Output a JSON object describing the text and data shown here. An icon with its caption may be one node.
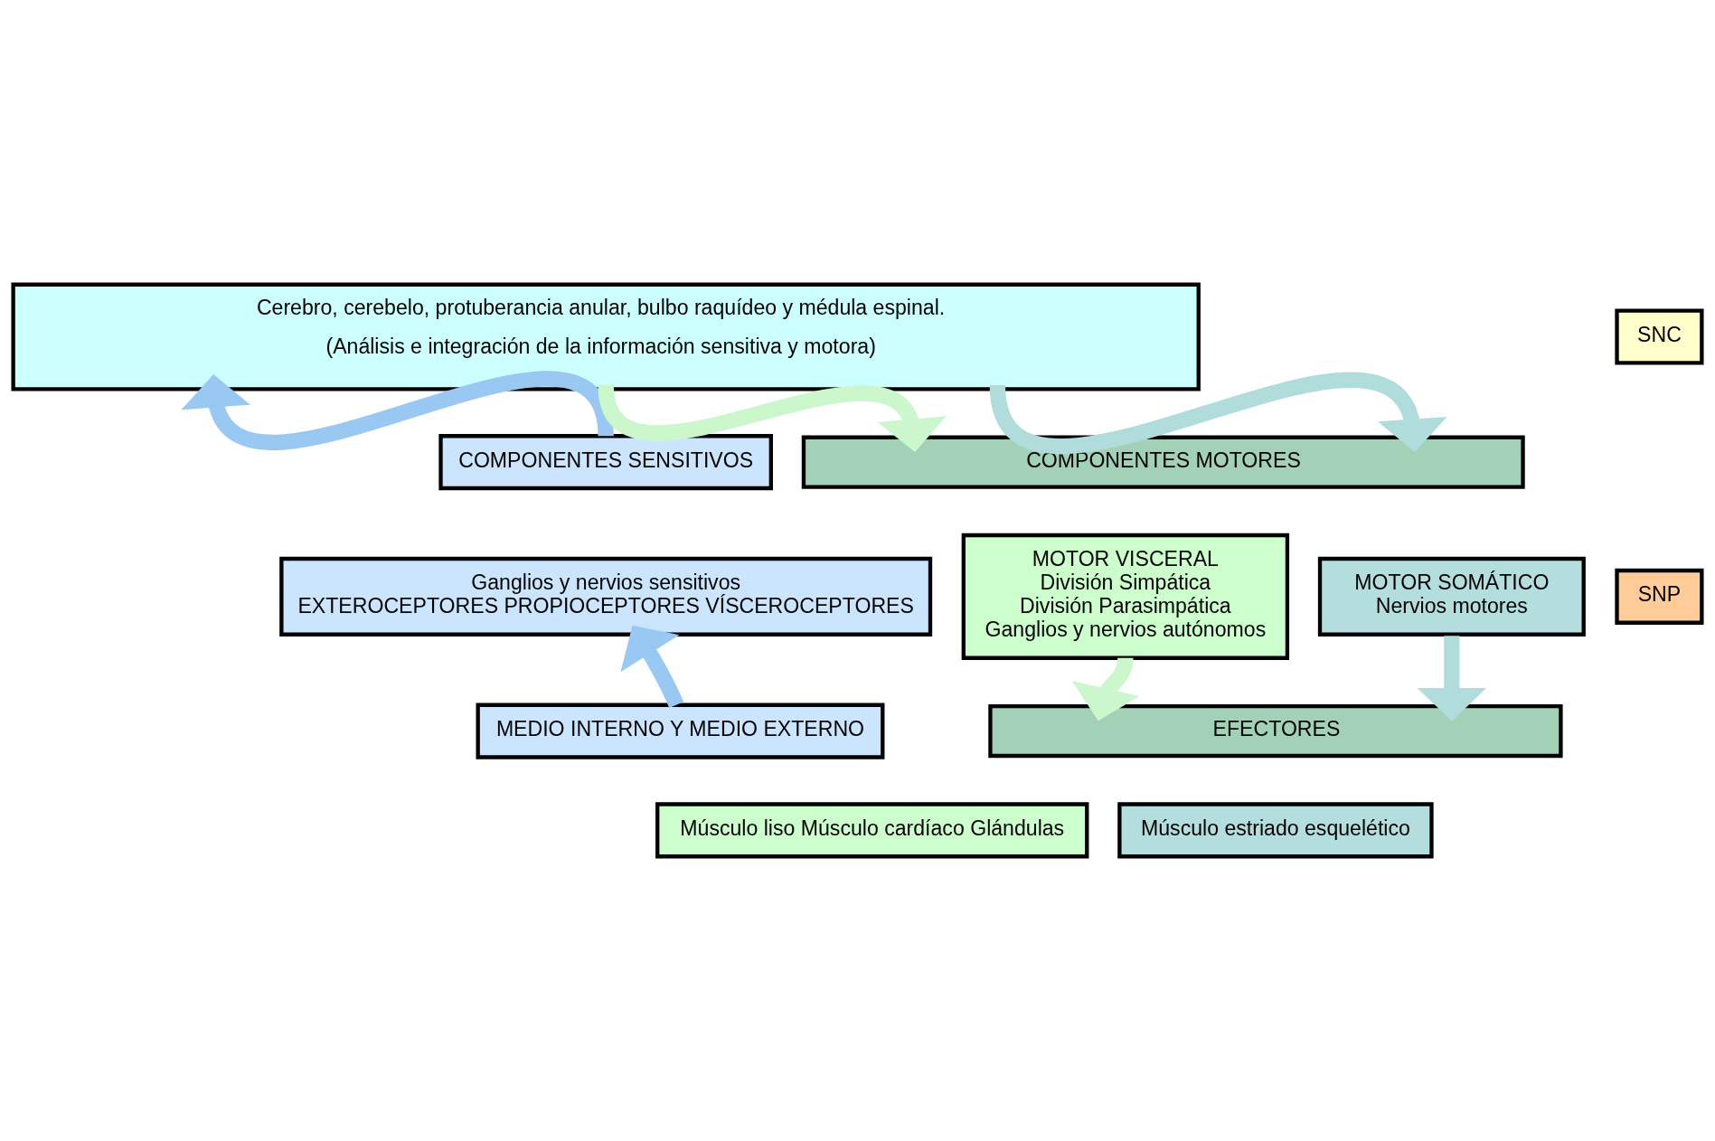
{
  "diagram": {
    "nodes": [
      {
        "text": [
          "Cerebro, cerebelo, protuberancia anular, bulbo raquídeo y médula espinal.",
          "(Análisis e integración de la información sensitiva y motora)"
        ]
      },
      {
        "text": [
          "SNC"
        ]
      },
      {
        "text": [
          "COMPONENTES SENSITIVOS"
        ]
      },
      {
        "text": [
          "COMPONENTES MOTORES"
        ]
      },
      {
        "text": [
          "Ganglios y nervios sensitivos",
          "EXTEROCEPTORES PROPIOCEPTORES VÍSCEROCEPTORES"
        ]
      },
      {
        "text": [
          "MOTOR VISCERAL",
          "División Simpática",
          "División Parasimpática",
          "Ganglios y nervios autónomos"
        ]
      },
      {
        "text": [
          "MOTOR SOMÁTICO",
          "Nervios motores"
        ]
      },
      {
        "text": [
          "SNP"
        ]
      },
      {
        "text": [
          "EFECTORES"
        ]
      },
      {
        "text": [
          "MEDIO INTERNO Y MEDIO EXTERNO"
        ]
      },
      {
        "text": [
          "Músculo liso Músculo cardíaco Glándulas"
        ]
      },
      {
        "text": [
          "Músculo estriado esquelético"
        ]
      }
    ],
    "edges": [
      {
        "from": 2,
        "to": 0,
        "arrow": "to",
        "color": "#99c9f2"
      },
      {
        "from": 0,
        "to": 3,
        "arrow": "to",
        "color": "#ccf7cc"
      },
      {
        "from": 0,
        "to": 3,
        "arrow": "to",
        "color": "#b0dcdc"
      },
      {
        "from": 9,
        "to": 4,
        "arrow": "to",
        "color": "#99c9f2"
      },
      {
        "from": 5,
        "to": 8,
        "arrow": "to",
        "color": "#ccf7cc"
      },
      {
        "from": 6,
        "to": 8,
        "arrow": "to",
        "color": "#b0dcdc"
      }
    ]
  }
}
